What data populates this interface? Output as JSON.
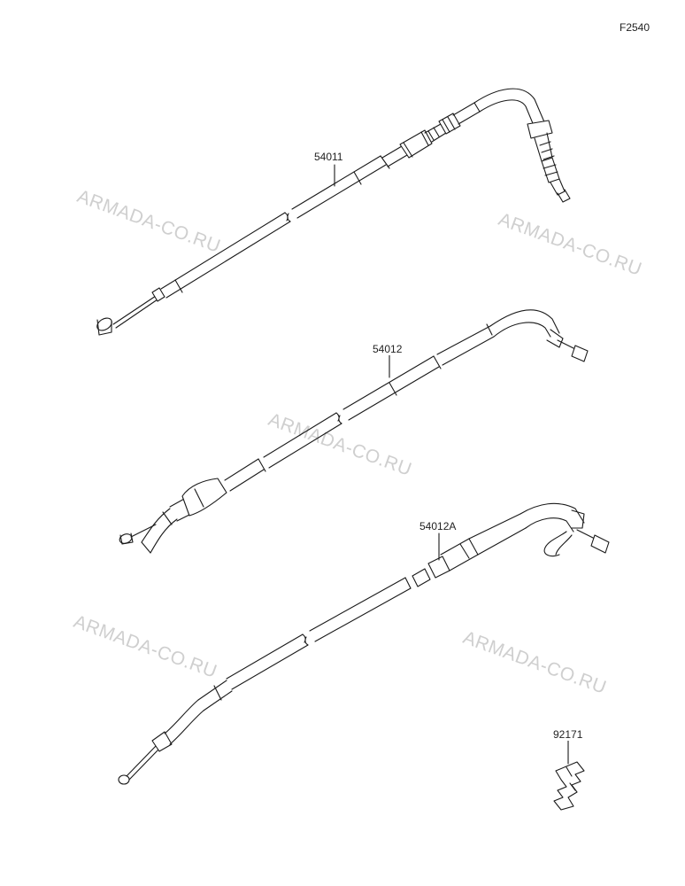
{
  "figure_code": "F2540",
  "parts": [
    {
      "id": "p1",
      "number": "54011"
    },
    {
      "id": "p2",
      "number": "54012"
    },
    {
      "id": "p3",
      "number": "54012A"
    },
    {
      "id": "p4",
      "number": "92171"
    }
  ],
  "watermark": "ARMADA-CO.RU"
}
